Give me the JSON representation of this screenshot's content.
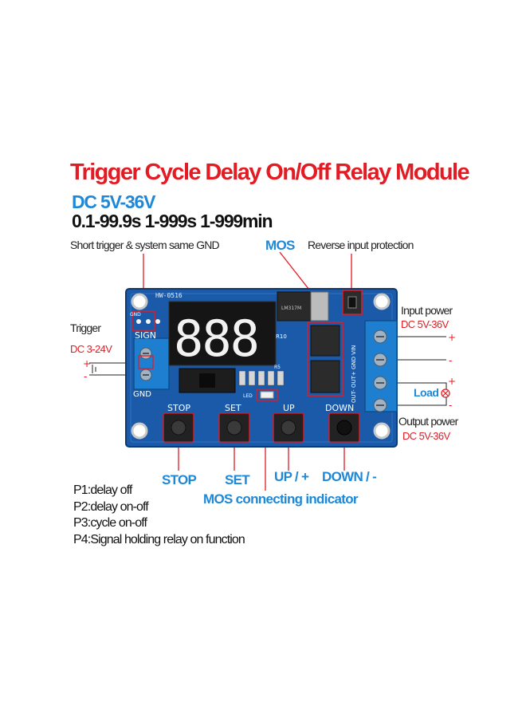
{
  "header": {
    "title": "Trigger Cycle Delay On/Off Relay Module",
    "voltage": "DC 5V-36V",
    "ranges": "0.1-99.9s  1-999s  1-999min"
  },
  "annotations": {
    "short_trigger": "Short trigger &  system same GND",
    "mos": "MOS",
    "reverse_protection": "Reverse input protection",
    "trigger": "Trigger",
    "trigger_voltage": "DC 3-24V",
    "input_power": "Input power",
    "input_voltage": "DC 5V-36V",
    "load": "Load",
    "output_power": "Output power",
    "output_voltage": "DC 5V-36V",
    "mos_indicator": "MOS connecting indicator"
  },
  "buttons": {
    "stop": "STOP",
    "set": "SET",
    "up": "UP / +",
    "down": "DOWN / -"
  },
  "board": {
    "model": "HW-0516",
    "display": "888",
    "silk_stop": "STOP",
    "silk_set": "SET",
    "silk_up": "UP",
    "silk_down": "DOWN",
    "silk_sign": "SIGN",
    "silk_gnd": "GND",
    "silk_led": "LED",
    "silk_r10": "R10",
    "silk_r5": "R5",
    "silk_out_pins": "OUT- OUT+ GND VIN",
    "regulator": "LM317M",
    "colors": {
      "pcb": "#1a5aa8",
      "pcb_dark": "#123f7a",
      "terminal": "#1e7fd0",
      "accent_red": "#e31b23",
      "accent_blue": "#1e88d8"
    }
  },
  "notes": [
    "P1:delay off",
    "P2:delay on-off",
    "P3:cycle on-off",
    "P4:Signal holding relay on function"
  ]
}
